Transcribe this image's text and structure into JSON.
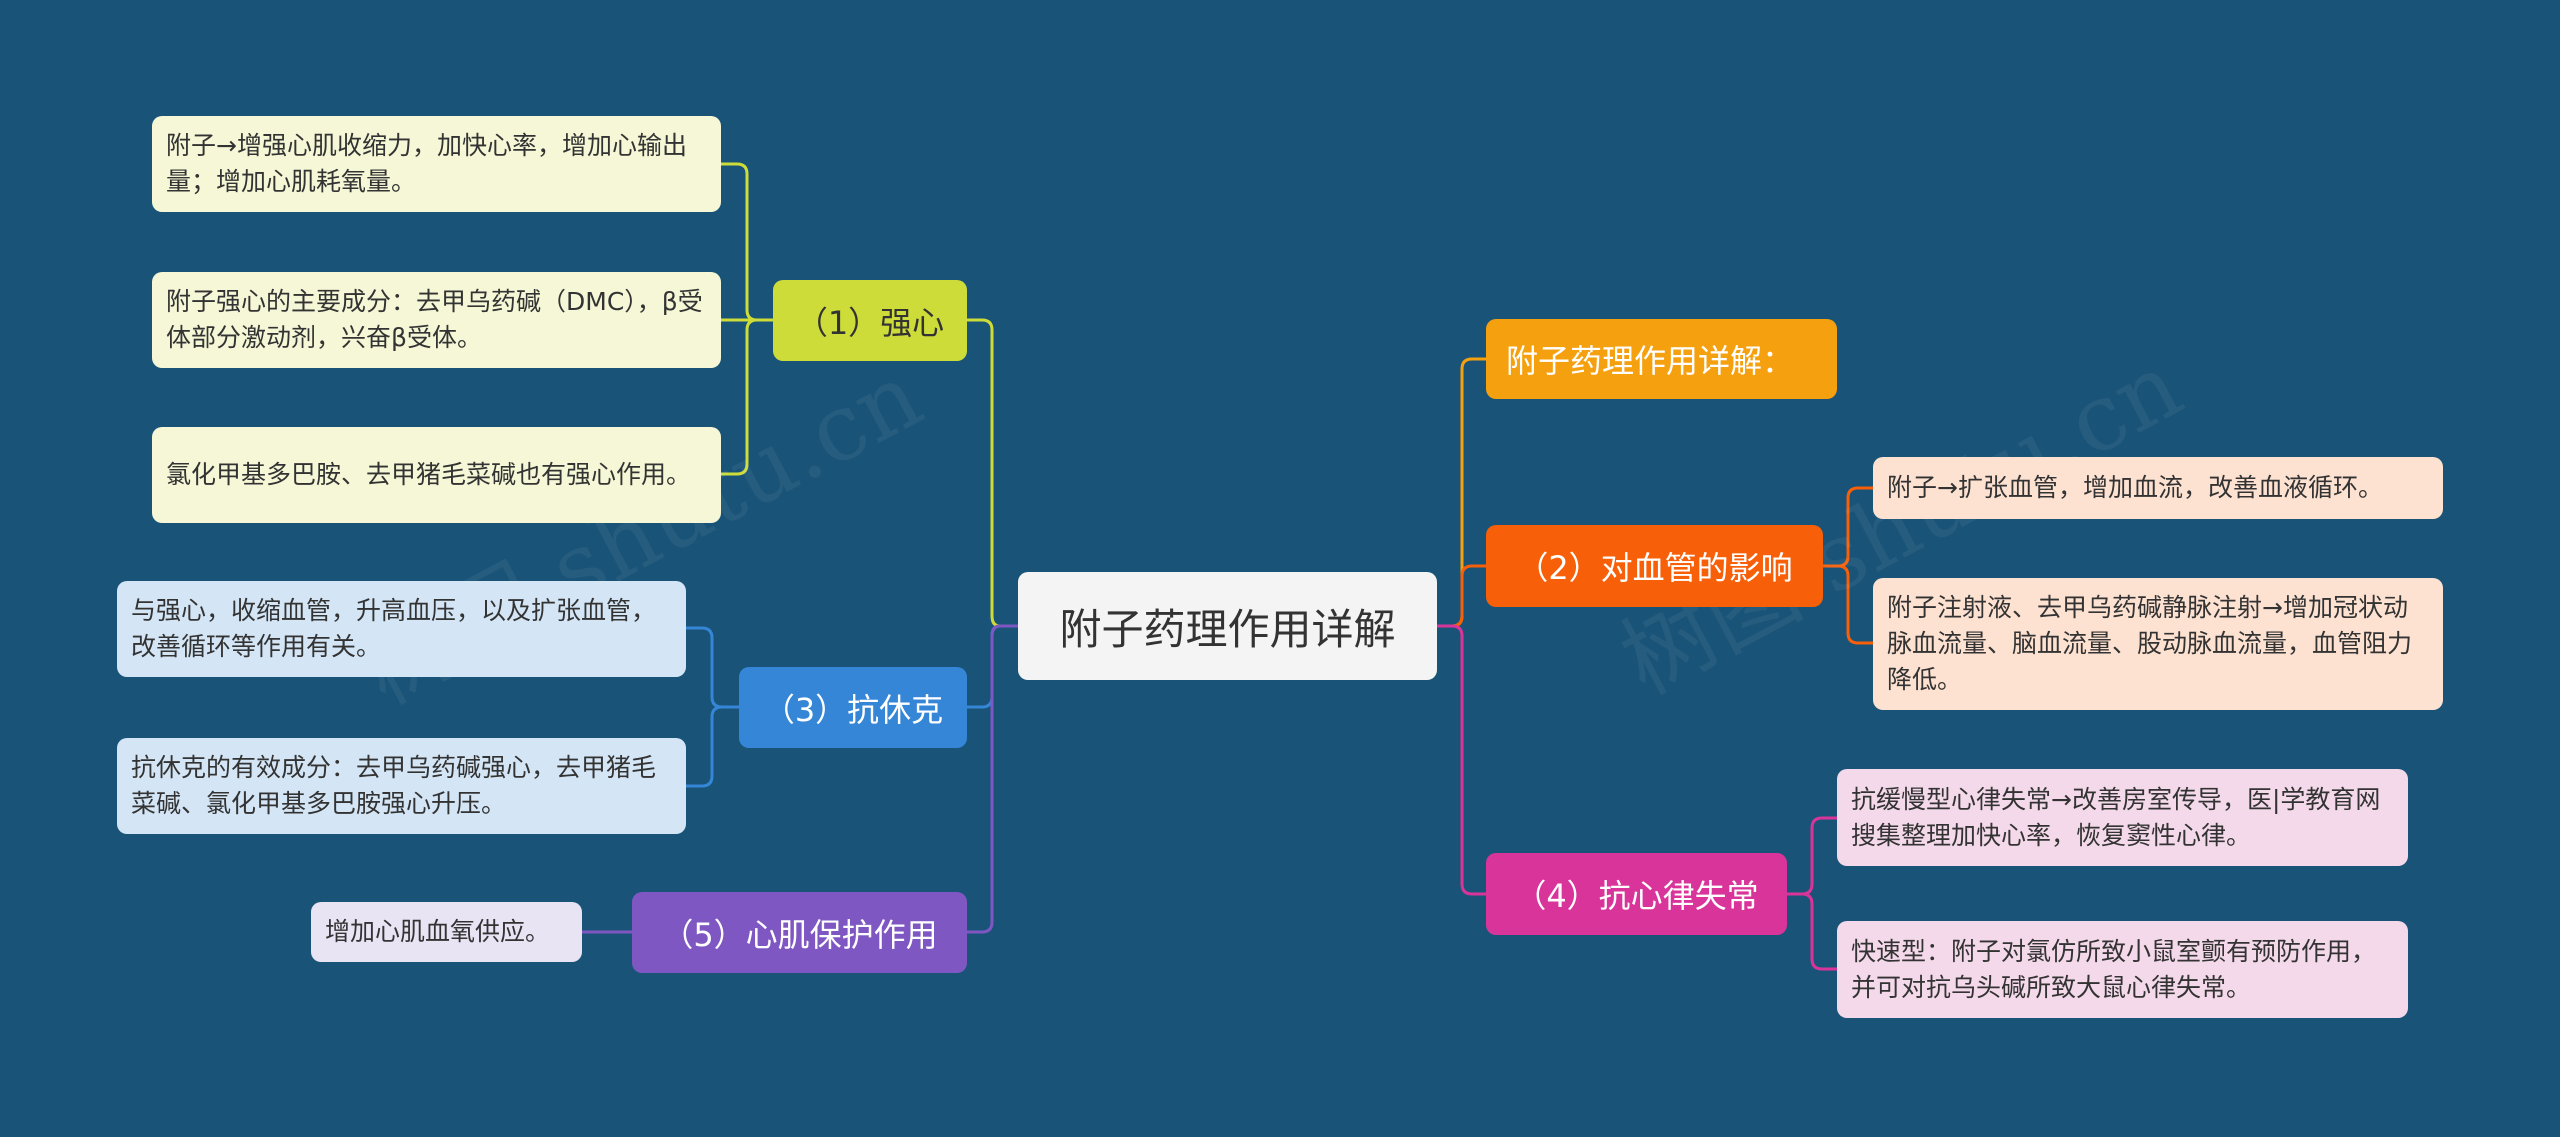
{
  "root": {
    "label": "附子药理作用详解"
  },
  "branches": {
    "b0": {
      "label": "附子药理作用详解：",
      "color": "#f5a00f"
    },
    "b1": {
      "label": "（1）强心",
      "color": "#cddc39",
      "leaves": [
        "附子→增强心肌收缩力，加快心率，增加心输出量；增加心肌耗氧量。",
        "附子强心的主要成分：去甲乌药碱（DMC），β受体部分激动剂，兴奋β受体。",
        "氯化甲基多巴胺、去甲猪毛菜碱也有强心作用。"
      ]
    },
    "b2": {
      "label": "（2）对血管的影响",
      "color": "#f75f08",
      "leaves": [
        "附子→扩张血管，增加血流，改善血液循环。",
        "附子注射液、去甲乌药碱静脉注射→增加冠状动脉血流量、脑血流量、股动脉血流量，血管阻力降低。"
      ]
    },
    "b3": {
      "label": "（3）抗休克",
      "color": "#3586d6",
      "leaves": [
        "与强心，收缩血管，升高血压，以及扩张血管，改善循环等作用有关。",
        "抗休克的有效成分：去甲乌药碱强心，去甲猪毛菜碱、氯化甲基多巴胺强心升压。"
      ]
    },
    "b4": {
      "label": "（4）抗心律失常",
      "color": "#d9349a",
      "leaves": [
        "抗缓慢型心律失常→改善房室传导，医|学教育网搜集整理加快心率，恢复窦性心律。",
        "快速型：附子对氯仿所致小鼠室颤有预防作用，并可对抗乌头碱所致大鼠心律失常。"
      ]
    },
    "b5": {
      "label": "（5）心肌保护作用",
      "color": "#7e57c2",
      "leaves": [
        "增加心肌血氧供应。"
      ]
    }
  },
  "watermark": "树图 shutu.cn"
}
